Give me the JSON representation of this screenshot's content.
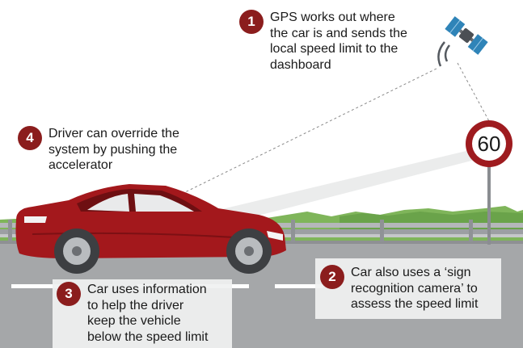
{
  "colors": {
    "accent": "#8b1d1d",
    "sign_border": "#9e1b1f",
    "car_body": "#a3181c",
    "car_dark": "#6e0f12",
    "road": "#a5a7a9",
    "grass": "#7fb55a",
    "barrier": "#9c9fa3",
    "satellite": "#2f84b8",
    "light_beam": "#e9eaea"
  },
  "icons": {
    "satellite": "satellite-icon",
    "speed_sign": "speed-limit-sign-icon",
    "car": "car-icon"
  },
  "steps": [
    {
      "number": "1",
      "text": "GPS works out where\nthe car is and sends the\nlocal speed limit to the\ndashboard"
    },
    {
      "number": "2",
      "text": "Car also uses a ‘sign\nrecognition camera’ to\nassess the speed limit"
    },
    {
      "number": "3",
      "text": "Car uses information\nto help the driver\nkeep the vehicle\nbelow the speed limit"
    },
    {
      "number": "4",
      "text": "Driver can override the\nsystem by pushing the\naccelerator"
    }
  ],
  "speed_sign": {
    "value": "60"
  }
}
